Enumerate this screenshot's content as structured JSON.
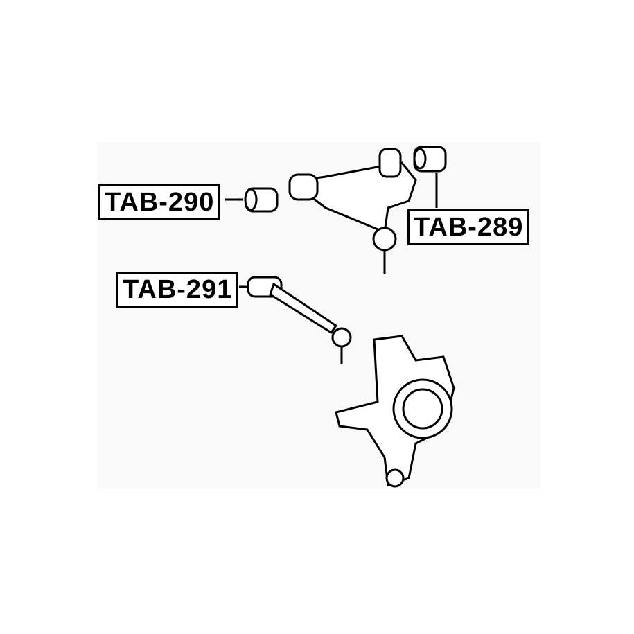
{
  "labels": {
    "tab290": "TAB-290",
    "tab289": "TAB-289",
    "tab291": "TAB-291"
  }
}
